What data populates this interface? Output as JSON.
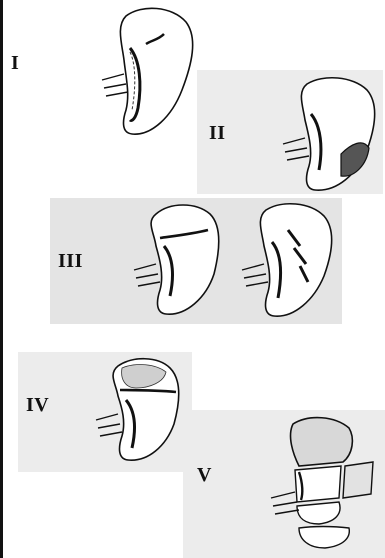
{
  "grades": [
    {
      "label": "I"
    },
    {
      "label": "II"
    },
    {
      "label": "III"
    },
    {
      "label": "IV"
    },
    {
      "label": "V"
    }
  ]
}
